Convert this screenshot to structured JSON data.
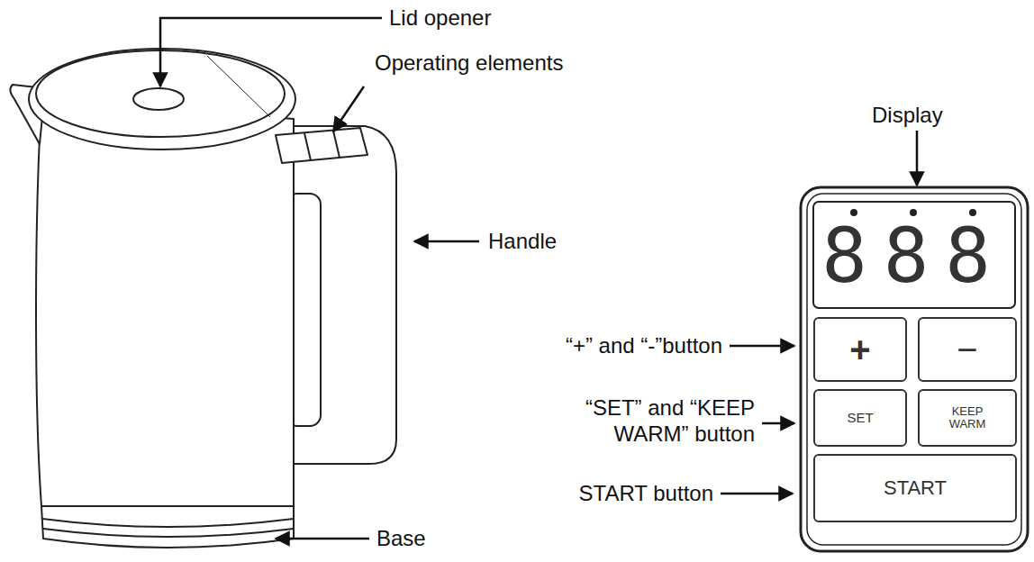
{
  "diagram": {
    "nodes": [
      {
        "text": [
          "+"
        ]
      },
      {
        "text": [
          "−"
        ]
      },
      {
        "text": [
          "SET"
        ]
      },
      {
        "text": [
          "KEEP WARM"
        ]
      },
      {
        "text": [
          "START"
        ]
      }
    ],
    "labels": [
      "Lid opener",
      "Operating elements",
      "Handle",
      "Base",
      "Display",
      "“+” and “-”button",
      "“SET” and “KEEP WARM” button",
      "START button",
      "888"
    ]
  }
}
